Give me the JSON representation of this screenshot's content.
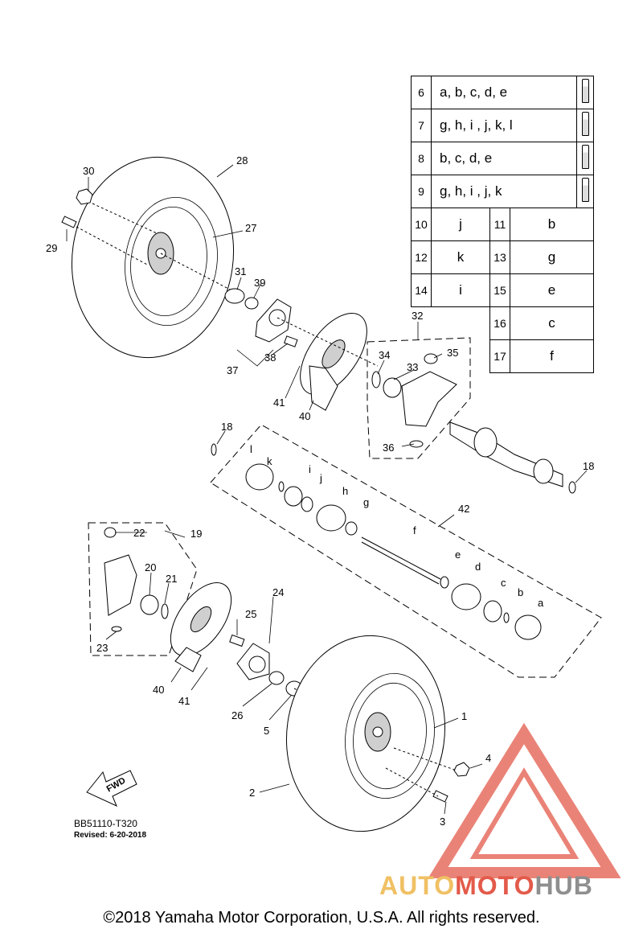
{
  "legend": {
    "rows": [
      {
        "num": "6",
        "codes": "a, b, c, d, e"
      },
      {
        "num": "7",
        "codes": "g, h, i , j, k, l"
      },
      {
        "num": "8",
        "codes": "b, c, d, e"
      },
      {
        "num": "9",
        "codes": "g, h, i , j, k"
      }
    ],
    "pairs": [
      {
        "num_a": "10",
        "code_a": "j",
        "num_b": "11",
        "code_b": "b"
      },
      {
        "num_a": "12",
        "code_a": "k",
        "num_b": "13",
        "code_b": "g"
      },
      {
        "num_a": "14",
        "code_a": "i",
        "num_b": "15",
        "code_b": "e"
      }
    ],
    "singles": [
      {
        "num": "16",
        "code": "c"
      },
      {
        "num": "17",
        "code": "f"
      }
    ]
  },
  "callouts": {
    "n1": "1",
    "n2": "2",
    "n3": "3",
    "n4": "4",
    "n5": "5",
    "n18a": "18",
    "n18b": "18",
    "n19": "19",
    "n20": "20",
    "n21": "21",
    "n22": "22",
    "n23": "23",
    "n24": "24",
    "n25": "25",
    "n26": "26",
    "n27": "27",
    "n28": "28",
    "n29": "29",
    "n30": "30",
    "n31": "31",
    "n32": "32",
    "n33": "33",
    "n34": "34",
    "n35": "35",
    "n36": "36",
    "n37": "37",
    "n38": "38",
    "n39": "39",
    "n40a": "40",
    "n40b": "40",
    "n41a": "41",
    "n41b": "41",
    "n42": "42",
    "la": "a",
    "lb": "b",
    "lc": "c",
    "ld": "d",
    "le": "e",
    "lf": "f",
    "lg": "g",
    "lh": "h",
    "li": "i",
    "lj": "j",
    "lk": "k",
    "ll": "l"
  },
  "fwd_label": "FWD",
  "reference": "BB51110-T320",
  "revised": "Revised: 6-20-2018",
  "copyright": "©2018 Yamaha Motor Corporation, U.S.A. All rights reserved.",
  "watermark": {
    "part1": "AUTO",
    "part2": "MOTO",
    "part3": "HUB"
  }
}
